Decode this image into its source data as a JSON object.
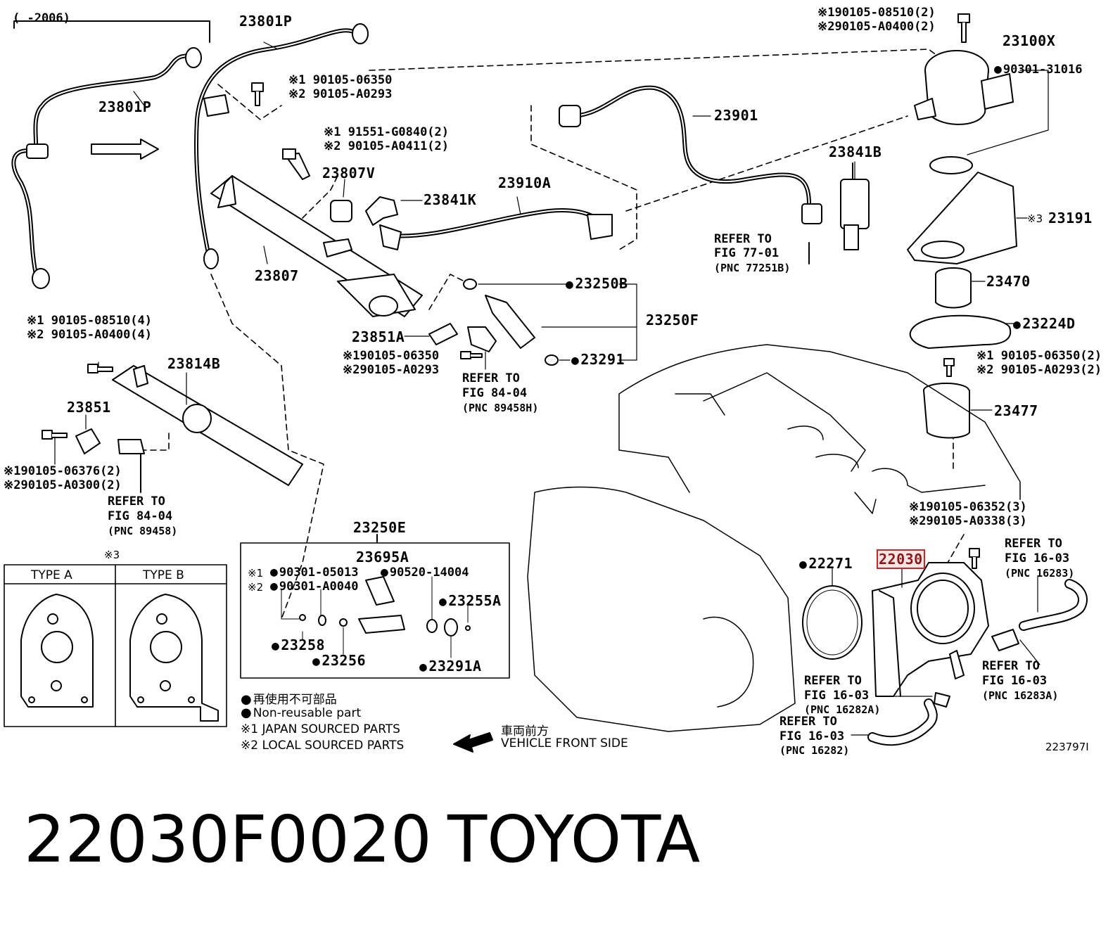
{
  "year_range": "(      -2006)",
  "parts": {
    "p23801P_a": "23801P",
    "p23801P_b": "23801P",
    "p23807": "23807",
    "p23807V": "23807V",
    "p23841K": "23841K",
    "p23910A": "23910A",
    "p23901": "23901",
    "p23841B": "23841B",
    "p23100X": "23100X",
    "p90301_31016": "90301-31016",
    "p23191": "23191",
    "p23470": "23470",
    "p23224D": "23224D",
    "p23477": "23477",
    "p23250B": "23250B",
    "p23250F": "23250F",
    "p23291": "23291",
    "p23851A": "23851A",
    "p23814B": "23814B",
    "p23851": "23851",
    "p23250E": "23250E",
    "p23695A": "23695A",
    "p90520_14004": "90520-14004",
    "p23255A": "23255A",
    "p23258": "23258",
    "p23256": "23256",
    "p23291A": "23291A",
    "p22271": "22271",
    "p22030": "22030",
    "p223797I": "223797I"
  },
  "bolts": {
    "b1a": "※1 90105-06350",
    "b1b": "※2 90105-A0293",
    "b2a": "※1 91551-G0840(2)",
    "b2b": "※2 90105-A0411(2)",
    "b3a": "※190105-08510(2)",
    "b3b": "※290105-A0400(2)",
    "b4a": "※1 90105-08510(4)",
    "b4b": "※2 90105-A0400(4)",
    "b5a": "※190105-06350",
    "b5b": "※290105-A0293",
    "b6a": "※190105-06376(2)",
    "b6b": "※290105-A0300(2)",
    "b7a": "※1 90105-06350(2)",
    "b7b": "※2 90105-A0293(2)",
    "b8a": "※190105-06352(3)",
    "b8b": "※290105-A0338(3)",
    "b9a": "90301-05013",
    "b9b": "90301-A0040",
    "b9m1": "※1",
    "b9m2": "※2",
    "mark3": "※3"
  },
  "refers": {
    "r1_1": "REFER TO",
    "r1_2": "FIG 77-01",
    "r1_3": "(PNC 77251B)",
    "r2_1": "REFER TO",
    "r2_2": "FIG 84-04",
    "r2_3": "(PNC 89458H)",
    "r3_1": "REFER TO",
    "r3_2": "FIG 84-04",
    "r3_3": "(PNC 89458)",
    "r4_1": "REFER TO",
    "r4_2": "FIG 16-03",
    "r4_3": "(PNC 16283)",
    "r5_1": "REFER TO",
    "r5_2": "FIG 16-03",
    "r5_3": "(PNC 16283A)",
    "r6_1": "REFER TO",
    "r6_2": "FIG 16-03",
    "r6_3": "(PNC 16282A)",
    "r7_1": "REFER TO",
    "r7_2": "FIG 16-03",
    "r7_3": "(PNC 16282)"
  },
  "types": {
    "a": "TYPE A",
    "b": "TYPE B"
  },
  "legend": {
    "l1": "再使用不可部品",
    "l2": "Non-reusable part",
    "l3": "※1 JAPAN SOURCED PARTS",
    "l4": "※2 LOCAL SOURCED PARTS",
    "front_jp": "車両前方",
    "front_en": "VEHICLE FRONT SIDE"
  },
  "footer": {
    "part_number": "22030F0020",
    "brand": "TOYOTA"
  },
  "colors": {
    "highlight_border": "#c62828",
    "highlight_fill": "#fbe4e4",
    "ink": "#000000"
  }
}
